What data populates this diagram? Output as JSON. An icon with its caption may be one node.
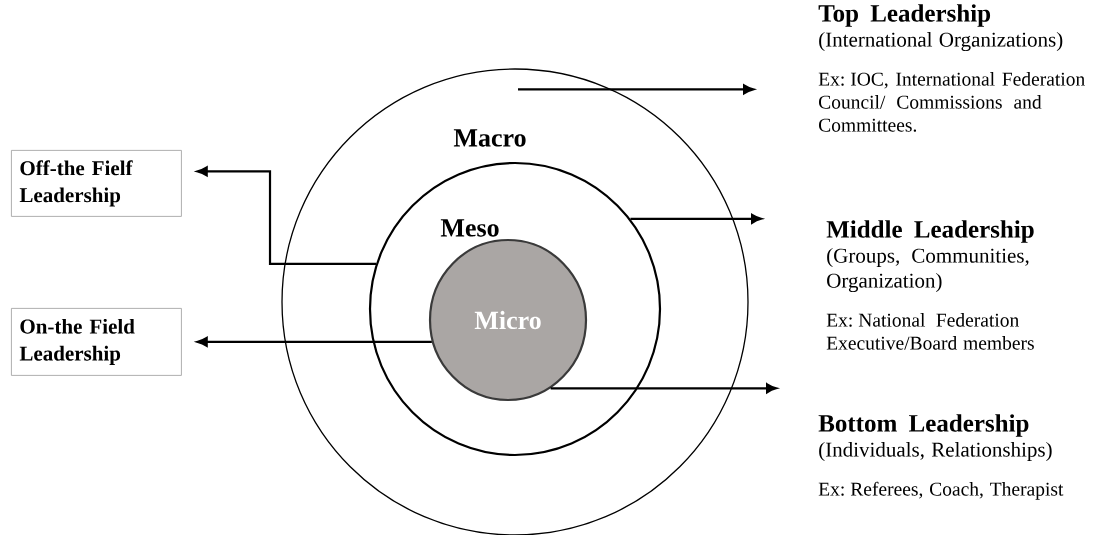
{
  "diagram": {
    "nodes": [
      {
        "text": [
          "Macro"
        ]
      },
      {
        "text": [
          "Meso"
        ],
        "in": 0
      },
      {
        "text": [
          "Micro"
        ],
        "in": 1
      },
      {
        "text": [
          "Off-the Fielf Leadership"
        ]
      },
      {
        "text": [
          "On-the Field Leadership"
        ]
      },
      {
        "text": [
          "Top Leadership",
          "(International Organizations)",
          "Ex: IOC, International Federation Council/ Commissions and Committees."
        ]
      },
      {
        "text": [
          "Middle Leadership",
          "(Groups, Communities, Organization)",
          "Ex: National Federation Executive/Board members"
        ]
      },
      {
        "text": [
          "Bottom Leadership",
          "(Individuals, Relationships)",
          "Ex: Referees, Coach, Therapist"
        ]
      }
    ],
    "edges": [
      {
        "from": 0,
        "to": 5,
        "arrow": "to"
      },
      {
        "from": 1,
        "to": 6,
        "arrow": "to"
      },
      {
        "from": 2,
        "to": 7,
        "arrow": "to"
      },
      {
        "from": 1,
        "to": 3,
        "arrow": "to"
      },
      {
        "from": 2,
        "to": 4,
        "arrow": "to"
      }
    ]
  }
}
